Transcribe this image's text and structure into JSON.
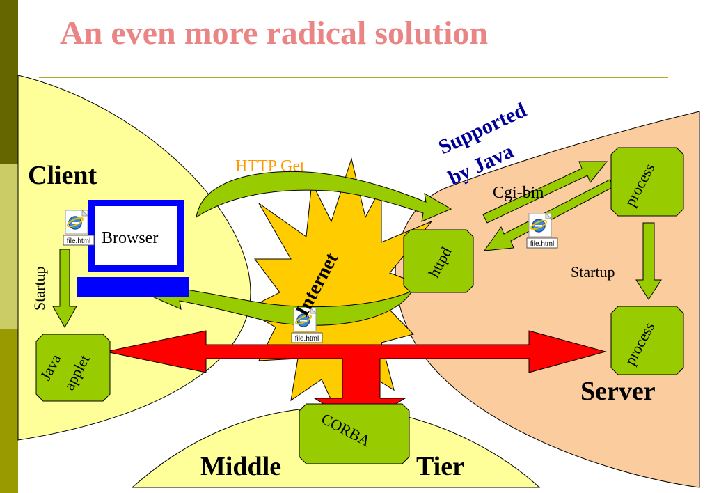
{
  "slide": {
    "title": "An even more radical solution",
    "colors": {
      "title": "#e98585",
      "rule": "#b0ab22",
      "sidebar": [
        "#666600",
        "#cccc66",
        "#999900"
      ],
      "client_zone": "#ffff99",
      "server_zone": "#fbcc9e",
      "middle_zone": "#ffff99",
      "internet": "#ffcc00",
      "node": "#99cc00",
      "arrow_green": "#99cc00",
      "arrow_red": "#ff0000",
      "java_label": "#000099",
      "http_label": "#ff9900",
      "monitor_frame": "#0000ff"
    }
  },
  "diagram": {
    "zones": {
      "client": "Client",
      "server": "Server",
      "middle": "Middle",
      "tier": "Tier"
    },
    "internet_label": "Internet",
    "http_get_label": "HTTP Get",
    "supported_label_line1": "Supported",
    "supported_label_line2": "by Java",
    "cgi_label": "Cgi-bin",
    "startup_client_label": "Startup",
    "startup_server_label": "Startup",
    "browser_label": "Browser",
    "nodes": {
      "java_applet_line1": "Java",
      "java_applet_line2": "applet",
      "httpd": "httpd",
      "process_top": "process",
      "process_bottom": "process",
      "corba": "CORBA"
    },
    "file_icon_label": "file.html",
    "icons": [
      "file-html-icon",
      "internet-explorer-icon",
      "monitor-icon"
    ]
  }
}
